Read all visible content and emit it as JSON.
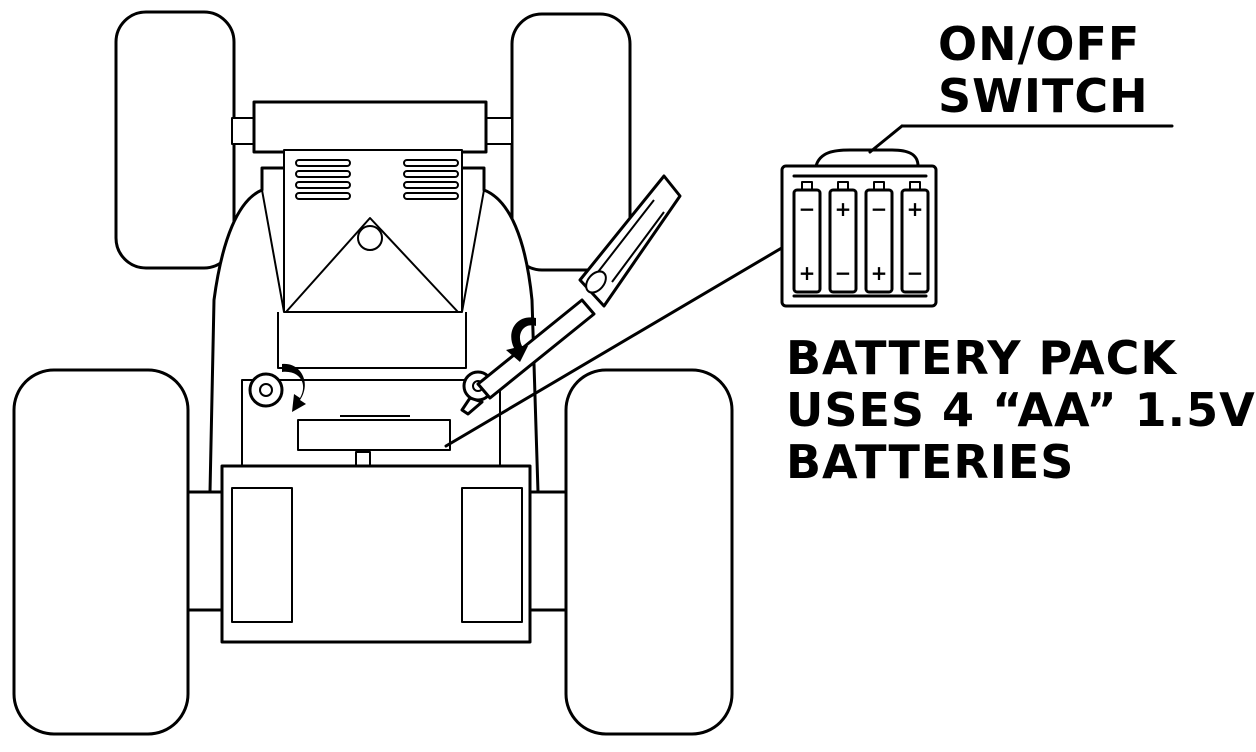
{
  "labels": {
    "switch_line1": "ON/OFF",
    "switch_line2": "SWITCH",
    "pack_line1": "BATTERY PACK",
    "pack_line2": "USES 4 “AA” 1.5V",
    "pack_line3": "BATTERIES"
  },
  "batteries": [
    {
      "top": "−",
      "bottom": "+"
    },
    {
      "top": "+",
      "bottom": "−"
    },
    {
      "top": "−",
      "bottom": "+"
    },
    {
      "top": "+",
      "bottom": "−"
    }
  ],
  "colors": {
    "ink": "#000000",
    "paper": "#ffffff"
  }
}
